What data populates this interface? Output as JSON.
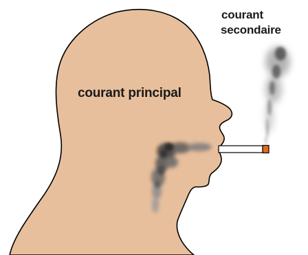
{
  "labels": {
    "mainstream": "courant principal",
    "sidestream_line1": "courant",
    "sidestream_line2": "secondaire"
  },
  "colors": {
    "skin": "#e8bf9c",
    "outline": "#000000",
    "smoke": "#6b6b6b",
    "cigarette_paper": "#ffffff",
    "cigarette_ember": "#e06a1e"
  },
  "icons": {
    "figure": "head-silhouette-icon",
    "cigarette": "cigarette-icon",
    "smoke": "smoke-icon"
  }
}
